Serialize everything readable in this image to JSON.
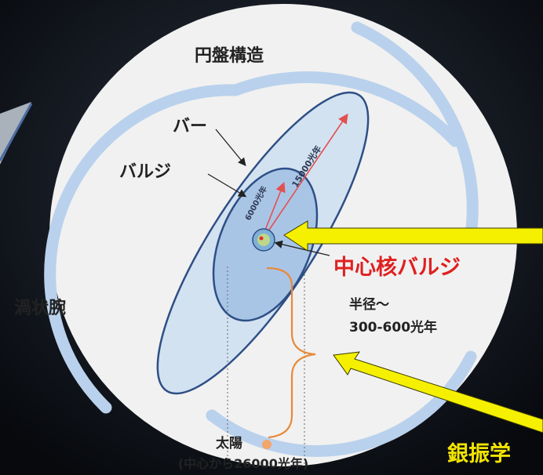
{
  "labels": {
    "disk_structure": "円盤構造",
    "bar": "バー",
    "bulge": "バルジ",
    "spiral_arm": "渦状腕",
    "central_bulge": "中心核バルジ",
    "radius_line1": "半径～",
    "radius_line2": "300-600光年",
    "bar_radius": "15000光年",
    "bulge_radius": "6000光年",
    "sun": "太陽",
    "sun_distance": "(中心から26000光年)",
    "bottom_right_text": "銀振学"
  },
  "colors": {
    "background": "#0b0f17",
    "disk": "#f1f1f1",
    "arm": "#b9d1ec",
    "bar_fill": "#cfe0f1",
    "bulge_fill": "#a9c5e6",
    "outline": "#2e4f86",
    "accent_red": "#e02020",
    "arrow_yellow": "#f5f000",
    "sun": "#f3a56a",
    "brace": "#e88a3a",
    "bottom_text": "#f3e400"
  }
}
